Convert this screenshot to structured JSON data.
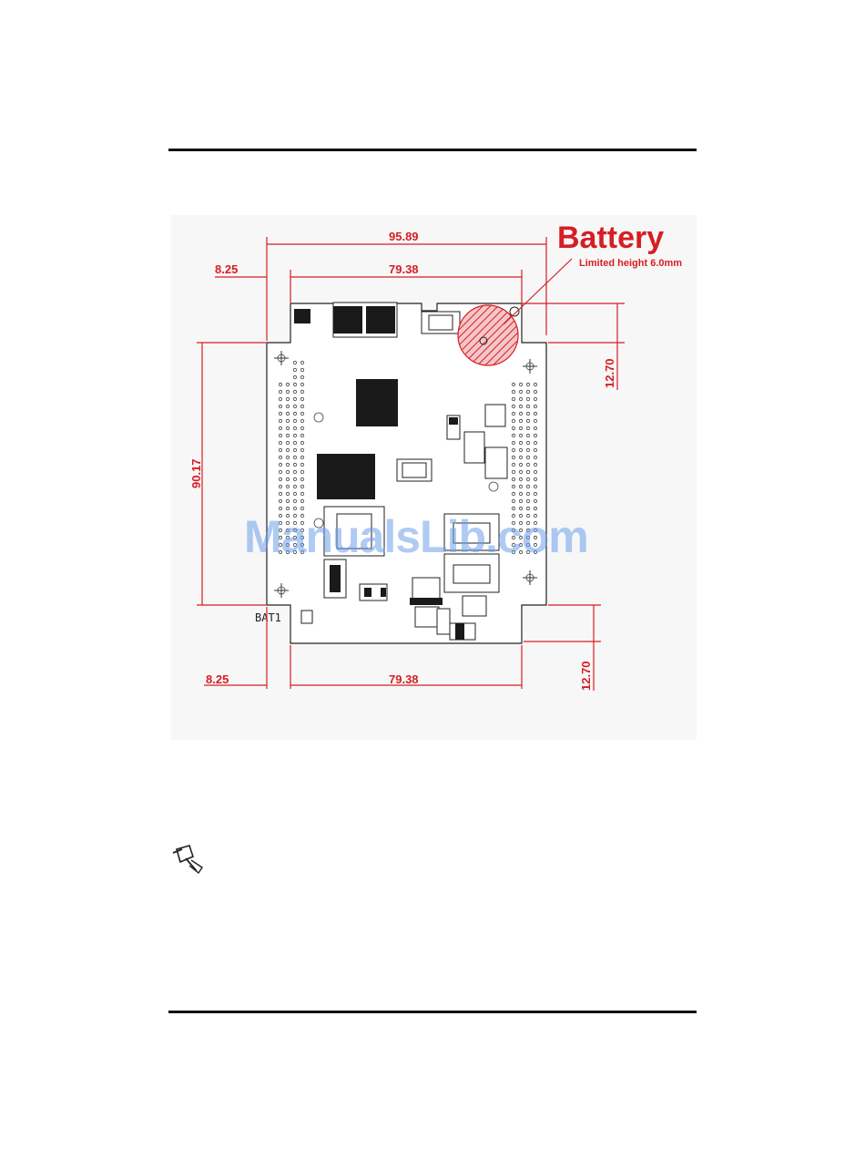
{
  "drawing": {
    "battery_title": "Battery",
    "battery_note": "Limited height 6.0mm",
    "battery_label": "BAT1",
    "dimensions": {
      "top_width": "95.89",
      "top_inner_width": "79.38",
      "top_left_offset": "8.25",
      "left_height": "90.17",
      "right_top_offset": "12.70",
      "bottom_left_offset": "8.25",
      "bottom_inner_width": "79.38",
      "right_bottom_offset": "12.70"
    }
  },
  "watermark": "ManualsLib.com",
  "note_icon": "pushpin-note-icon",
  "colors": {
    "dimension_red": "#d61e24",
    "watermark_blue": "#6ea0eb"
  }
}
